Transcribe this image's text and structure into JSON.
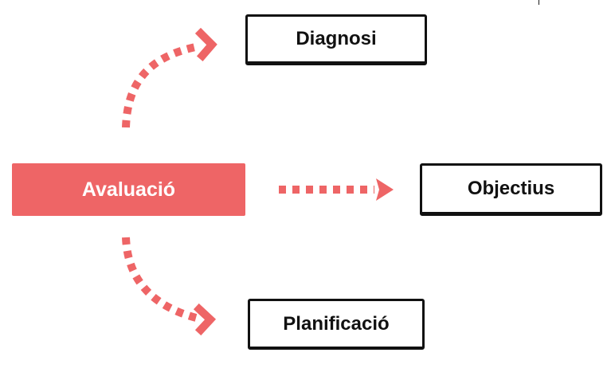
{
  "diagram": {
    "source": {
      "label": "Avaluació",
      "color": "#ee6566",
      "text_color": "#ffffff"
    },
    "targets": [
      {
        "label": "Diagnosi"
      },
      {
        "label": "Objectius"
      },
      {
        "label": "Planificació"
      }
    ],
    "edges": [
      {
        "from": "Avaluació",
        "to": "Diagnosi",
        "style": "dotted-curved",
        "color": "#ee6566"
      },
      {
        "from": "Avaluació",
        "to": "Objectius",
        "style": "dotted-straight",
        "color": "#ee6566"
      },
      {
        "from": "Avaluació",
        "to": "Planificació",
        "style": "dotted-curved",
        "color": "#ee6566"
      }
    ],
    "cursor_glyph": "I"
  }
}
